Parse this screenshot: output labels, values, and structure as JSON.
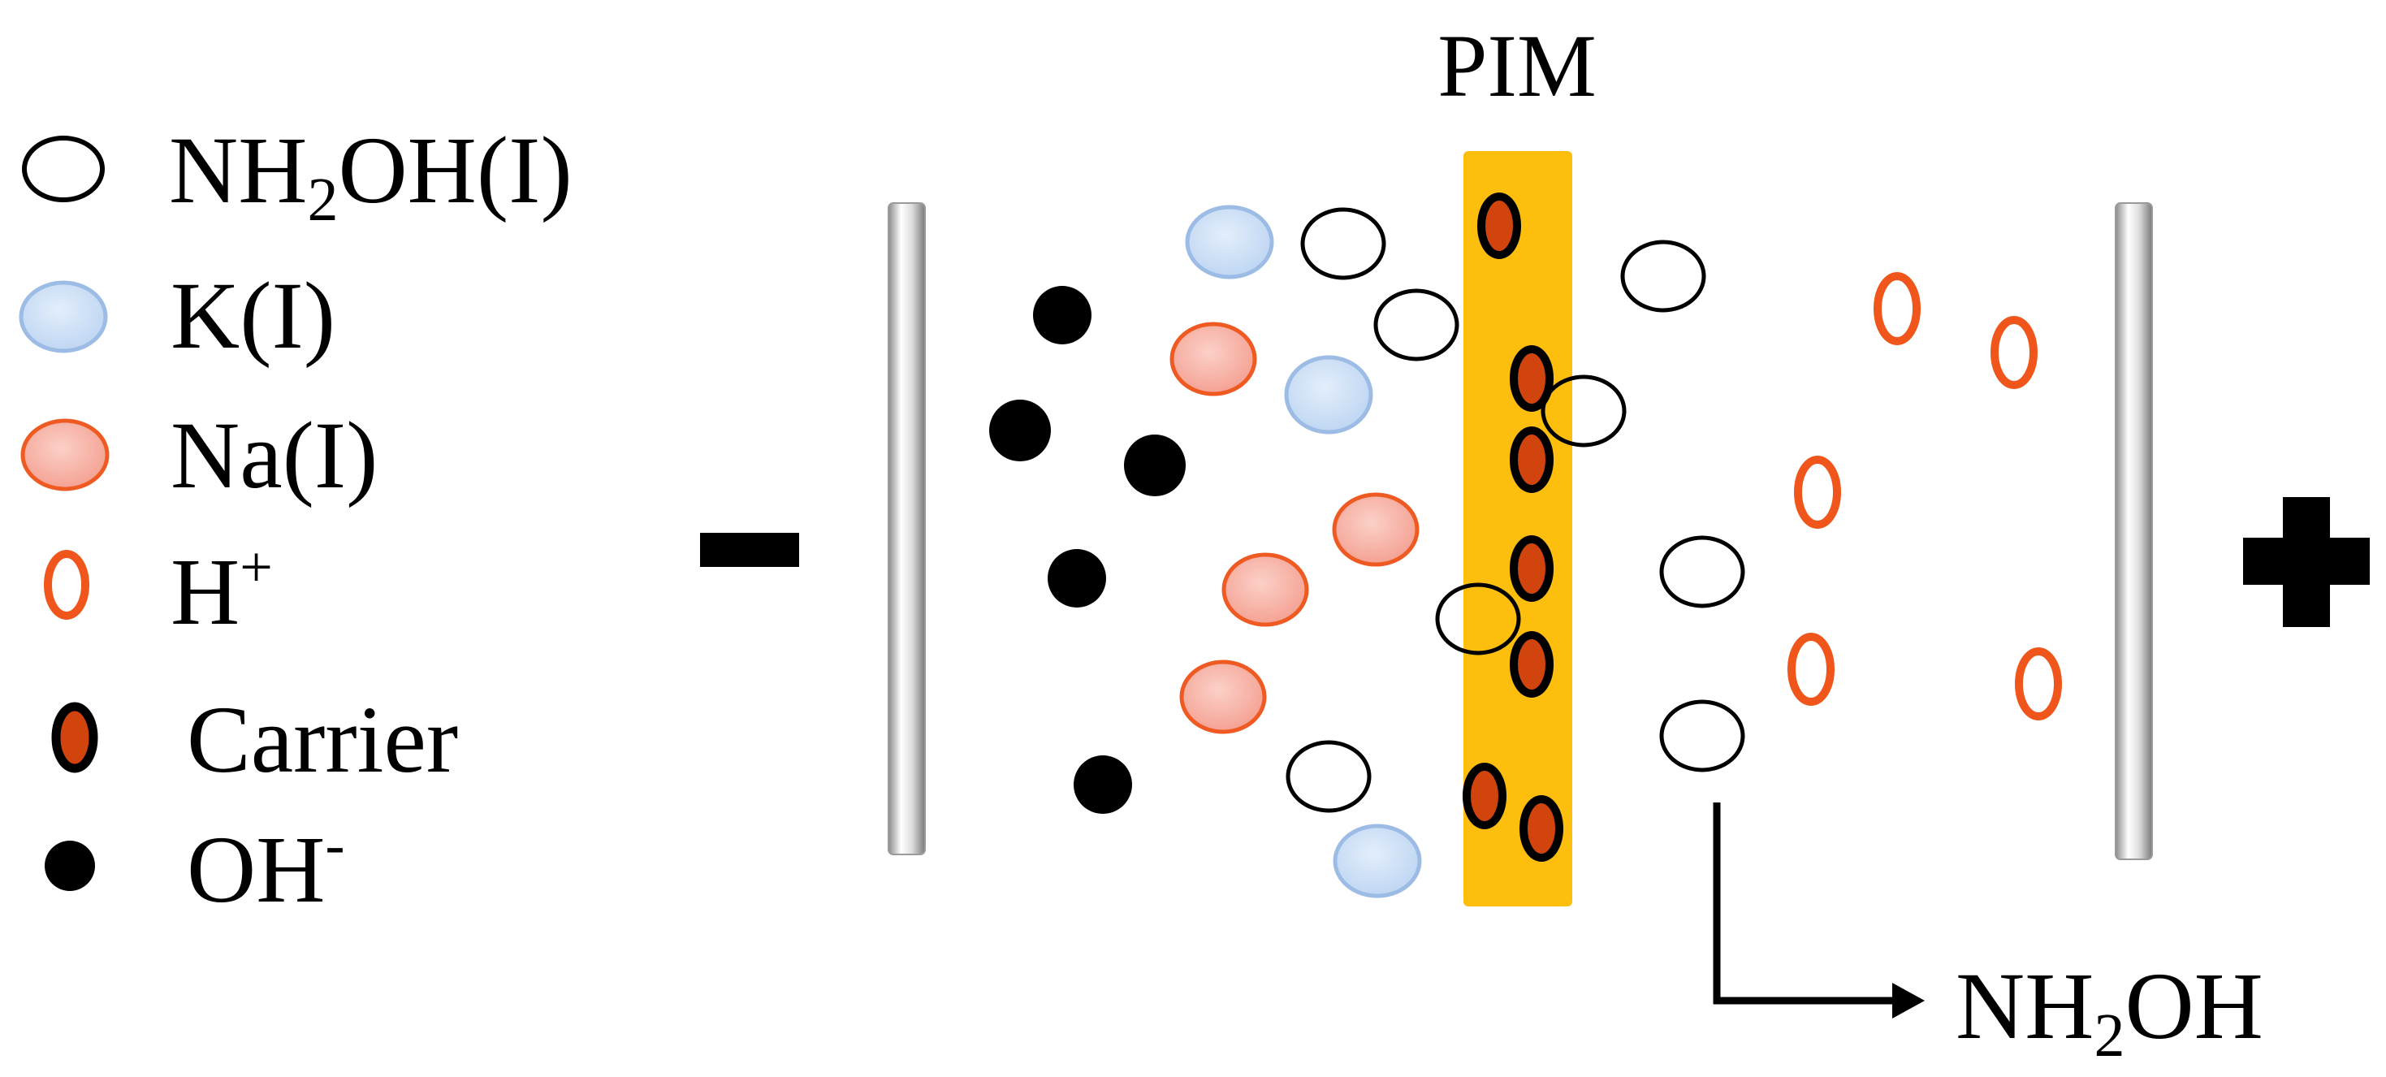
{
  "legend": [
    {
      "key": "nh2oh",
      "base": "NH",
      "sub": "2",
      "rest": "OH(I)"
    },
    {
      "key": "k",
      "base": "K(I)"
    },
    {
      "key": "na",
      "base": "Na(I)"
    },
    {
      "key": "h",
      "base": "H",
      "sup": "+"
    },
    {
      "key": "carrier",
      "base": "Carrier"
    },
    {
      "key": "oh",
      "base": "OH",
      "sup": "-"
    }
  ],
  "membrane_label": "PIM",
  "product_label": {
    "base": "NH",
    "sub": "2",
    "rest": "OH"
  },
  "colors": {
    "membrane": "#FDBE0E",
    "carrier_fill": "#D2440E",
    "h_ring": "#F0561B",
    "na_fill": "#F9B4A8",
    "na_stroke": "#EE5A22",
    "k_fill": "#C6DCF5",
    "k_stroke": "#9CBCE6",
    "oh_fill": "#000000",
    "nh2oh_stroke": "#000000"
  },
  "electrodes": {
    "left_sign": "minus-icon",
    "right_sign": "plus-icon"
  }
}
